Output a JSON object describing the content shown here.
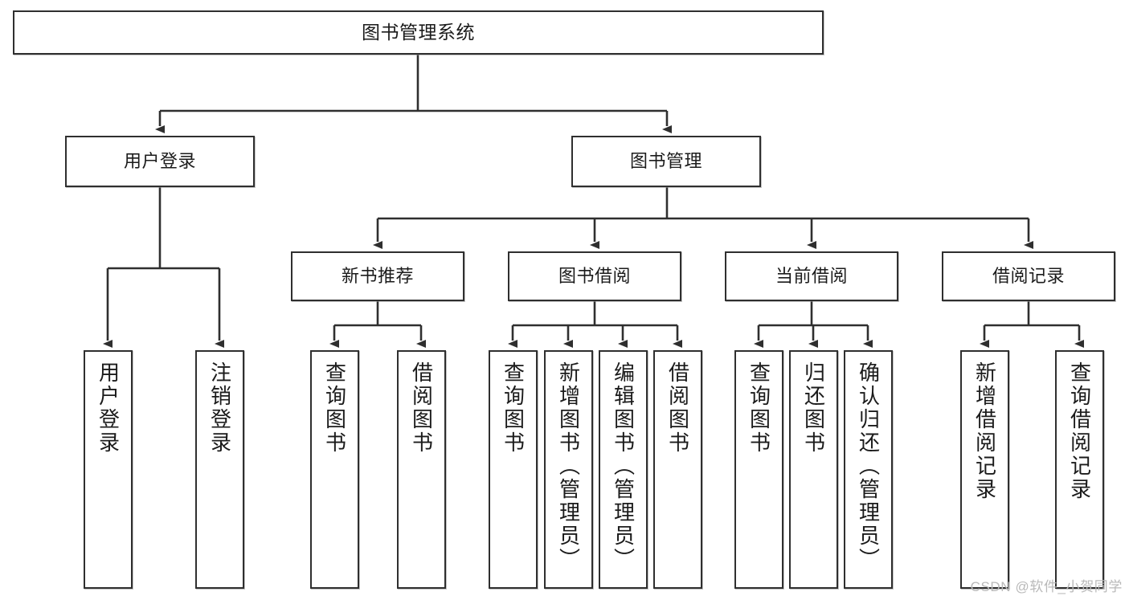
{
  "diagram": {
    "title": "图书管理系统",
    "watermark": "CSDN @软件_小贺同学",
    "line_color": "#2f2f2f",
    "box_border_color": "#2f2f2f",
    "box_fill_color": "#ffffff",
    "text_color": "#1b1b1b",
    "watermark_color": "#b9b9b9"
  },
  "nodes": {
    "root": {
      "label": "图书管理系统"
    },
    "level2": [
      {
        "label": "用户登录"
      },
      {
        "label": "图书管理"
      }
    ],
    "level3": [
      {
        "label": "新书推荐"
      },
      {
        "label": "图书借阅"
      },
      {
        "label": "当前借阅"
      },
      {
        "label": "借阅记录"
      }
    ],
    "leaves": {
      "user_login": [
        {
          "label": "用户登录"
        },
        {
          "label": "注销登录"
        }
      ],
      "new_book": [
        {
          "label": "查询图书"
        },
        {
          "label": "借阅图书"
        }
      ],
      "book_borrow": [
        {
          "label": "查询图书"
        },
        {
          "label": "新增图书（管理员）"
        },
        {
          "label": "编辑图书（管理员）"
        },
        {
          "label": "借阅图书"
        }
      ],
      "current_borrow": [
        {
          "label": "查询图书"
        },
        {
          "label": "归还图书"
        },
        {
          "label": "确认归还（管理员）"
        }
      ],
      "borrow_record": [
        {
          "label": "新增借阅记录"
        },
        {
          "label": "查询借阅记录"
        }
      ]
    }
  }
}
